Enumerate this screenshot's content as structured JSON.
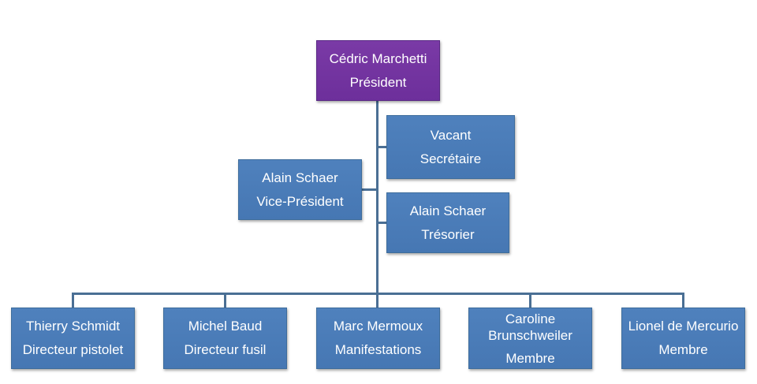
{
  "org_chart": {
    "president": {
      "name": "Cédric Marchetti",
      "role": "Président"
    },
    "assistants": [
      {
        "name": "Vacant",
        "role": "Secrétaire"
      },
      {
        "name": "Alain Schaer",
        "role": "Vice-Président"
      },
      {
        "name": "Alain Schaer",
        "role": "Trésorier"
      }
    ],
    "members": [
      {
        "name": "Thierry Schmidt",
        "role": "Directeur pistolet"
      },
      {
        "name": "Michel Baud",
        "role": "Directeur fusil"
      },
      {
        "name": "Marc Mermoux",
        "role": "Manifestations"
      },
      {
        "name": "Caroline Brunschweiler",
        "role": "Membre"
      },
      {
        "name": "Lionel de Mercurio",
        "role": "Membre"
      }
    ],
    "colors": {
      "president_fill": "#7030a0",
      "box_fill": "#4f81bd",
      "connector": "#4a6f94",
      "text": "#ffffff"
    }
  }
}
